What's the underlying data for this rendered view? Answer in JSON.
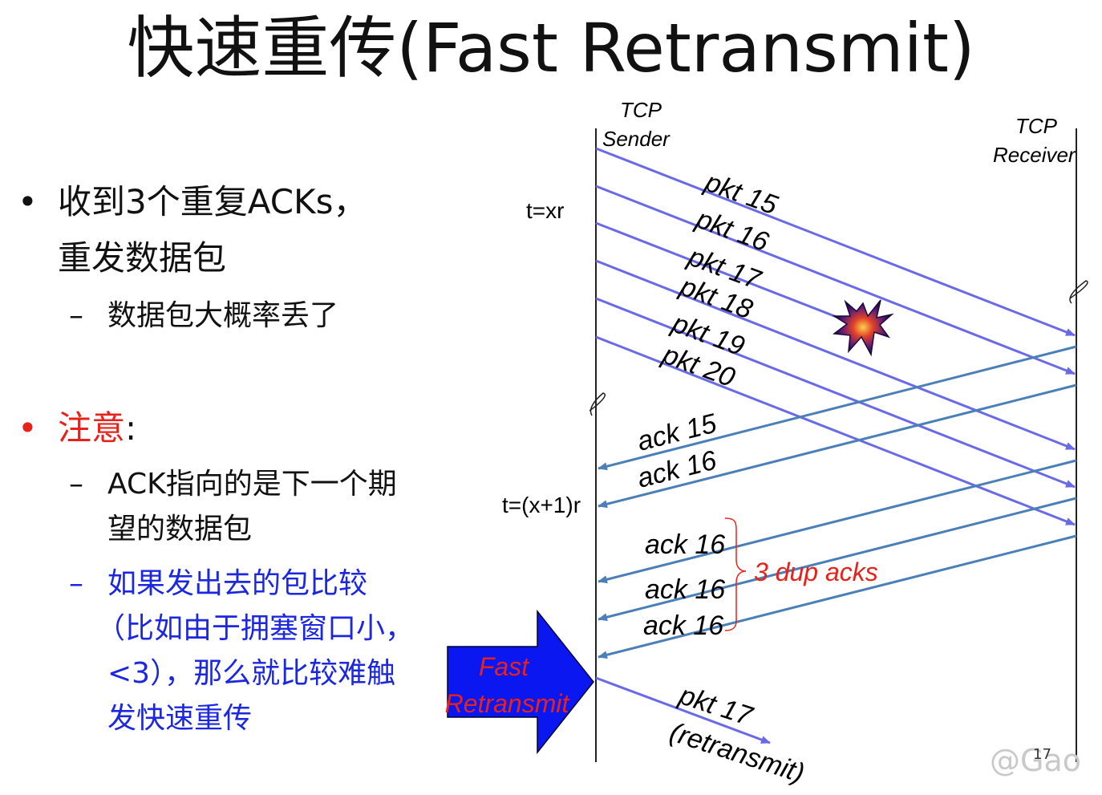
{
  "title": "快速重传(Fast Retransmit)",
  "bullets": {
    "b1_line1": "收到3个重复ACKs，",
    "b1_line2": "重发数据包",
    "b1_sub": "数据包大概率丢了",
    "b2_red": "注意",
    "b2_colon": ":",
    "b2_sub1_line1": "ACK指向的是下一个期",
    "b2_sub1_line2": "望的数据包",
    "b2_sub2_line1": "如果发出去的包比较",
    "b2_sub2_line2": "（比如由于拥塞窗口小，",
    "b2_sub2_line3": "<3），那么就比较难触",
    "b2_sub2_line4": "发快速重传"
  },
  "diagram": {
    "sender_line1": "TCP",
    "sender_line2": "Sender",
    "receiver_line1": "TCP",
    "receiver_line2": "Receiver",
    "t_start": "t=xr",
    "t_end": "t=(x+1)r",
    "packets": [
      "pkt 15",
      "pkt 16",
      "pkt 17",
      "pkt 18",
      "pkt 19",
      "pkt 20"
    ],
    "acks": [
      "ack 15",
      "ack 16",
      "ack 16",
      "ack 16",
      "ack 16"
    ],
    "dup_acks_label": "3 dup acks",
    "fast_line1": "Fast",
    "fast_line2": "Retransmit",
    "retransmit_pkt": "pkt 17",
    "retransmit_note": "(retransmit)",
    "colors": {
      "packet": "#6a6ae8",
      "ack": "#4a7fb8",
      "arrow_fill": "#0a17f0",
      "red": "#e8221b"
    }
  },
  "page_number": "17",
  "watermark": "@Gao"
}
